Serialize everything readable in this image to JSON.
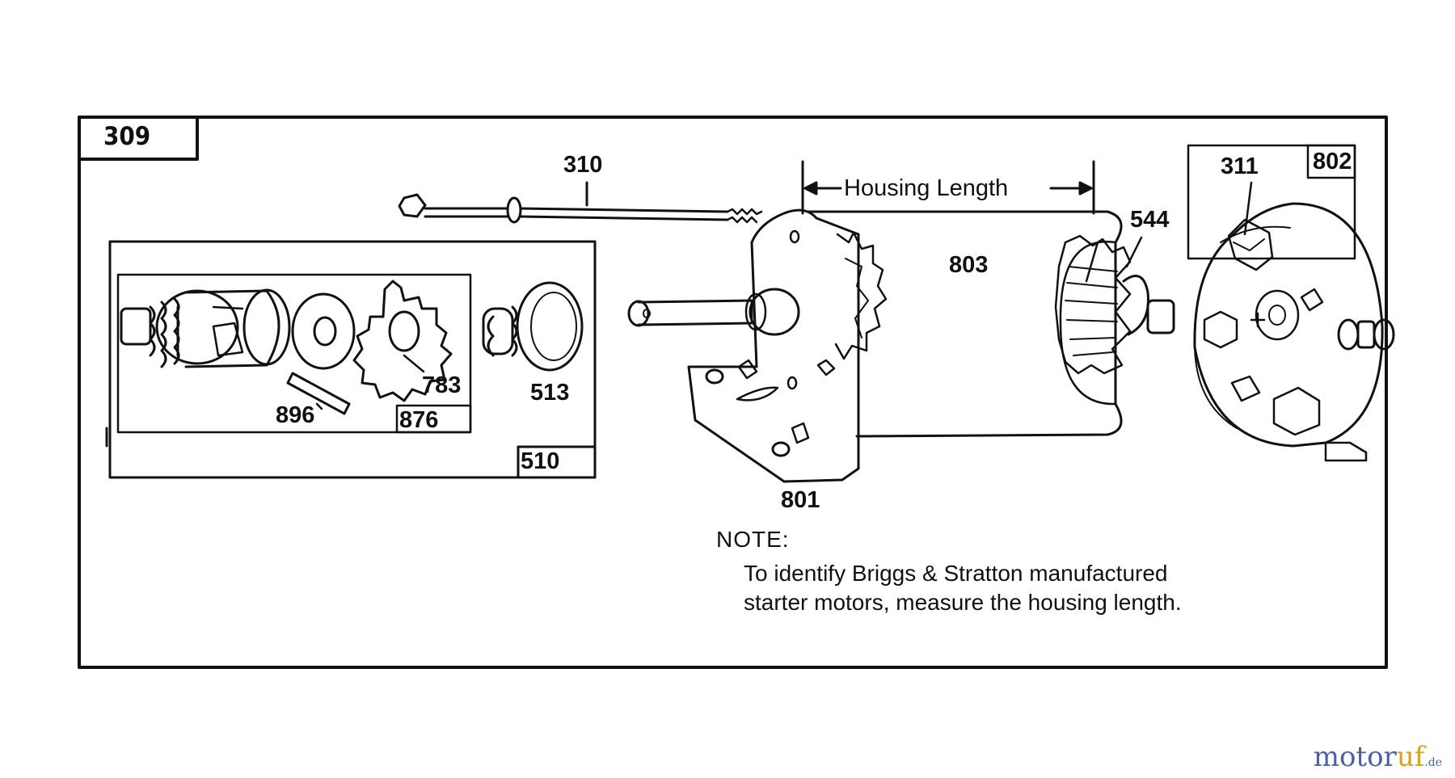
{
  "diagram": {
    "assembly_number": "309",
    "parts": {
      "p310": "310",
      "p311": "311",
      "p510": "510",
      "p513": "513",
      "p544": "544",
      "p783": "783",
      "p801": "801",
      "p802": "802",
      "p803": "803",
      "p876": "876",
      "p896": "896"
    },
    "housing_length_label": "Housing Length",
    "note": {
      "heading": "NOTE:",
      "line1": "To identify Briggs & Stratton manufactured",
      "line2": "starter motors, measure the housing length."
    }
  },
  "watermark": {
    "part1": "motor",
    "part2": "uf",
    "part3": ".de"
  },
  "colors": {
    "ink": "#111111",
    "watermark_blue": "#4a5fa8",
    "watermark_gold": "#d9a21c"
  }
}
